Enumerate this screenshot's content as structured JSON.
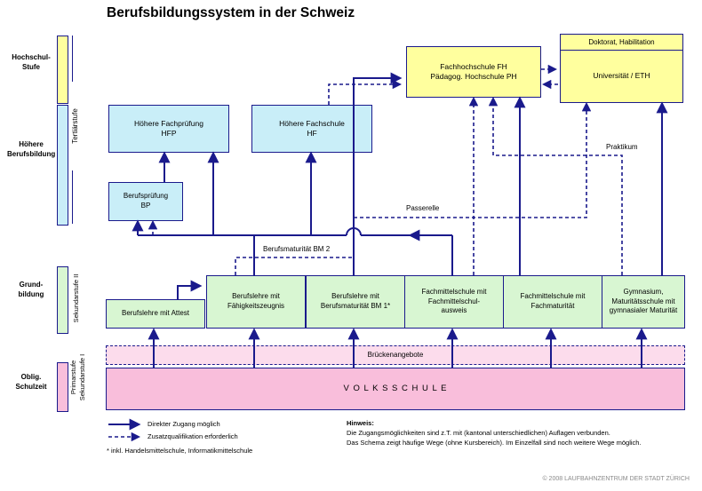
{
  "title": "Berufsbildungssystem in der Schweiz",
  "colors": {
    "arrow": "#1a1a8c",
    "hochschulstufe_fill": "#ffff9e",
    "hoehere_berufsbildung_fill": "#c9eef8",
    "grundbildung_fill": "#d8f6d2",
    "oblig_schulzeit_fill": "#f9bedb",
    "brueckenangebote_fill": "#fcdcec"
  },
  "left_panel": {
    "stage_hochschule": "Hochschul-\nStufe",
    "stage_hoehere": "Höhere\nBerufsbildung",
    "stage_grund": "Grund-\nbildung",
    "stage_oblig": "Oblig.\nSchulzeit",
    "tertiaer": "Tertiärstufe",
    "sekundar2": "Sekundarstufe II",
    "primar": "Primarstufe\nSekundarstufe I"
  },
  "boxes": {
    "fh": "Fachhochschule FH\nPädagog. Hochschule PH",
    "doktorat": "Doktorat, Habilitation",
    "uni": "Universität / ETH",
    "hfp": "Höhere Fachprüfung\nHFP",
    "hf": "Höhere Fachschule\nHF",
    "bp": "Berufsprüfung\nBP",
    "attest": "Berufslehre mit Attest",
    "efz": "Berufslehre mit\nFähigkeitszeugnis",
    "bm1": "Berufslehre mit\nBerufsmaturität BM 1*",
    "fms": "Fachmittelschule mit\nFachmittelschul-\nausweis",
    "fmat": "Fachmittelschule mit\nFachmaturität",
    "gym": "Gymnasium,\nMaturitätsschule mit\ngymnasialer Maturität",
    "bruecken": "Brückenangebote",
    "volksschule": "V O L K S S C H U L E"
  },
  "edge_labels": {
    "passerelle": "Passerelle",
    "bm2": "Berufsmaturität BM 2",
    "praktikum": "Praktikum"
  },
  "legend": {
    "solid": "Direkter Zugang möglich",
    "dashed": "Zusatzqualifikation erforderlich",
    "footnote": "* inkl. Handelsmittelschule, Informatikmittelschule"
  },
  "hinweis": {
    "title": "Hinweis:",
    "line1": "Die Zugangsmöglichkeiten sind z.T. mit (kantonal unterschiedlichen) Auflagen verbunden.",
    "line2": "Das Schema zeigt häufige Wege (ohne Kursbereich). Im Einzelfall sind noch weitere Wege möglich."
  },
  "footer": "© 2008 LAUFBAHNZENTRUM DER STADT ZÜRICH"
}
